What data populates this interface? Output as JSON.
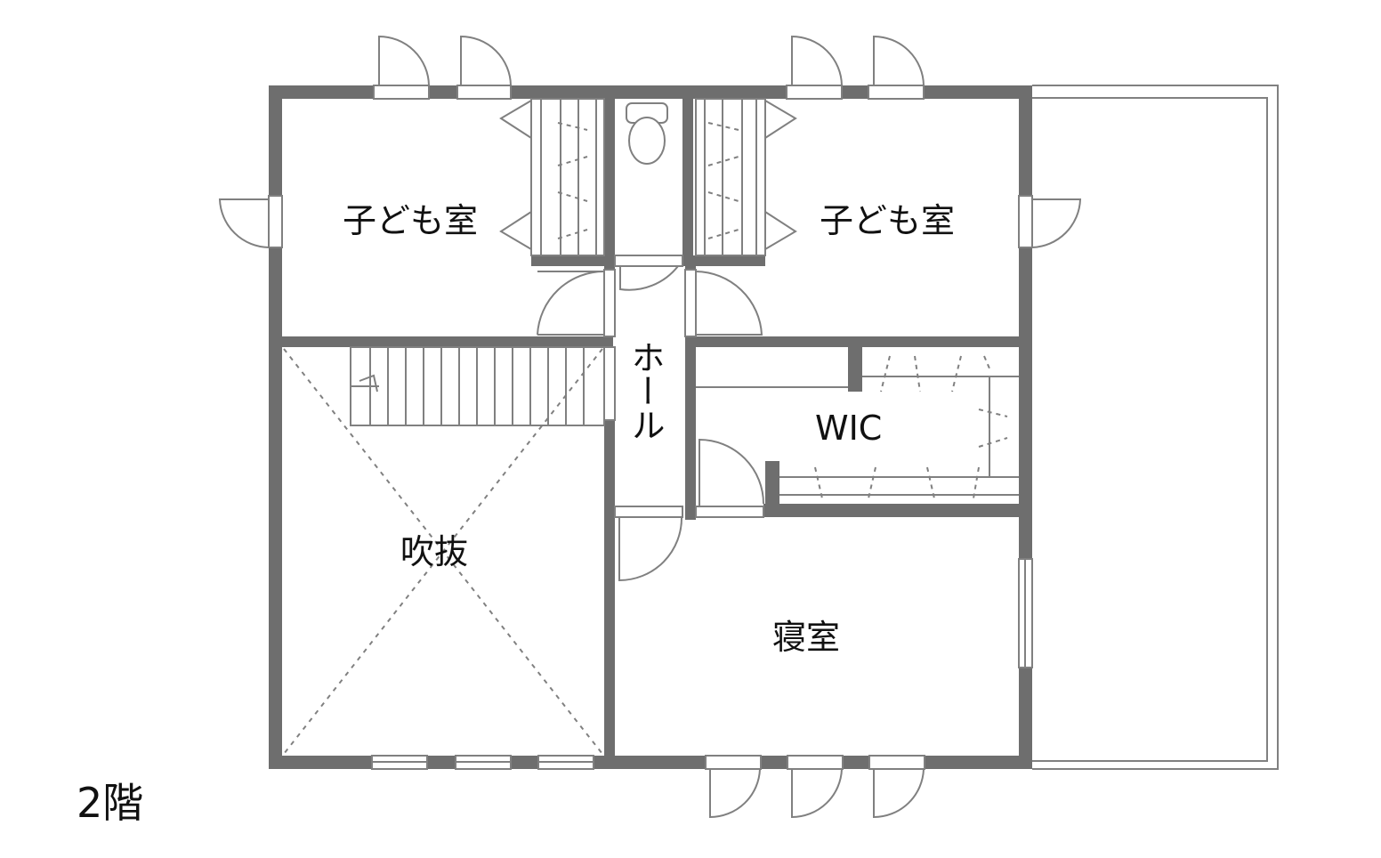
{
  "floor_label": "2階",
  "rooms": {
    "kids_room_left": "子ども室",
    "kids_room_right": "子ども室",
    "hall": "ホール",
    "wic": "WIC",
    "atrium": "吹抜",
    "bedroom": "寝室"
  },
  "colors": {
    "wall": "#6e6e6e",
    "thin_line": "#808080",
    "background": "#ffffff",
    "text": "#111111"
  }
}
